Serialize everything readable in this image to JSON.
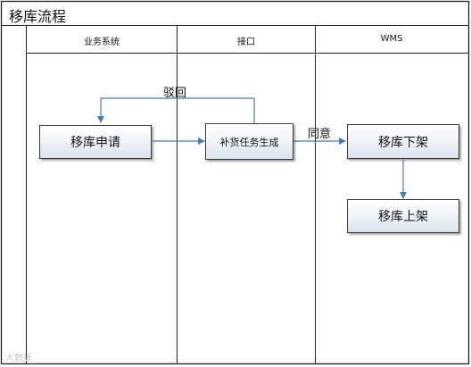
{
  "diagram": {
    "title": "移库流程",
    "lanes": [
      {
        "id": "business",
        "label": "业务系统"
      },
      {
        "id": "interface",
        "label": "接口"
      },
      {
        "id": "wms",
        "label": "WMS"
      }
    ],
    "nodes": [
      {
        "id": "move_request",
        "label": "移库申请",
        "lane": "business"
      },
      {
        "id": "replenish_task",
        "label": "补货任务生成",
        "lane": "interface"
      },
      {
        "id": "move_down",
        "label": "移库下架",
        "lane": "wms"
      },
      {
        "id": "move_up",
        "label": "移库上架",
        "lane": "wms"
      }
    ],
    "edges": [
      {
        "from": "move_request",
        "to": "replenish_task",
        "label": ""
      },
      {
        "from": "replenish_task",
        "to": "move_request",
        "label": "驳回"
      },
      {
        "from": "replenish_task",
        "to": "move_down",
        "label": "同意"
      },
      {
        "from": "move_down",
        "to": "move_up",
        "label": ""
      }
    ],
    "watermark": "大数据"
  }
}
